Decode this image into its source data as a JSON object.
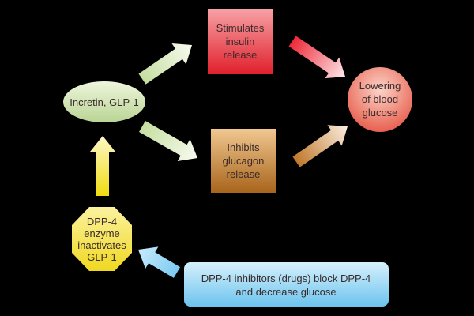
{
  "diagram": {
    "title": "Incretin / DPP-4 pathway",
    "nodes": {
      "incretin": {
        "lines": [
          "Incretin, GLP-1"
        ],
        "shape": "ellipse",
        "color": "#c9dfa8"
      },
      "insulin": {
        "lines": [
          "Stimulates",
          "insulin",
          "release"
        ],
        "shape": "rectangle",
        "color": "#e8323c"
      },
      "glucagon": {
        "lines": [
          "Inhibits",
          "glucagon",
          "release"
        ],
        "shape": "rectangle",
        "color": "#b8742a"
      },
      "glucose": {
        "lines": [
          "Lowering",
          "of blood",
          "glucose"
        ],
        "shape": "circle",
        "color": "#ef7a6a"
      },
      "dpp4": {
        "lines": [
          "DPP-4",
          "enzyme",
          "inactivates",
          "GLP-1"
        ],
        "shape": "octagon",
        "color": "#f5e23a"
      },
      "inhibitors": {
        "lines": [
          "DPP-4 inhibitors (drugs) block DPP-4",
          "and decrease glucose"
        ],
        "shape": "rounded-rectangle",
        "color": "#8fd0f0"
      }
    },
    "edges": [
      {
        "from": "incretin",
        "to": "insulin",
        "color": "#d9ecc0"
      },
      {
        "from": "incretin",
        "to": "glucagon",
        "color": "#d9ecc0"
      },
      {
        "from": "insulin",
        "to": "glucose",
        "color": "#f04050"
      },
      {
        "from": "glucagon",
        "to": "glucose",
        "color": "#c98a3a"
      },
      {
        "from": "dpp4",
        "to": "incretin",
        "color": "#f5e640"
      },
      {
        "from": "inhibitors",
        "to": "dpp4",
        "color": "#9fd8f5"
      }
    ]
  }
}
